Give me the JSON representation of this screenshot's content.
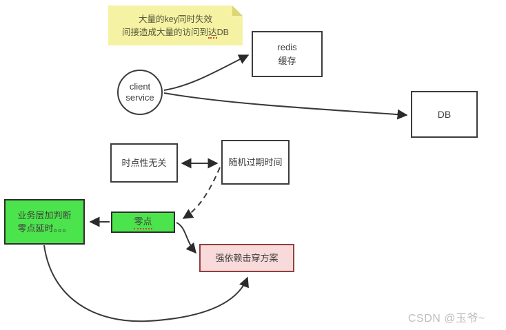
{
  "note": {
    "line1": "大量的key同时失效",
    "line2_pre": "间接造成大量的访问到",
    "line2_marked": "达",
    "line2_post": "DB"
  },
  "nodes": {
    "client": {
      "line1": "client",
      "line2": "service"
    },
    "redis": {
      "line1": "redis",
      "line2": "缓存"
    },
    "db": {
      "label": "DB"
    },
    "timepoint": {
      "label": "时点性无关"
    },
    "random_expire": {
      "label": "随机过期时间"
    },
    "business": {
      "line1": "业务层加判断",
      "line2": "零点延时。。。"
    },
    "zero": {
      "label": "零点"
    },
    "breakdown": {
      "label": "强依赖击穿方案"
    }
  },
  "watermark": "CSDN @玉爷~",
  "colors": {
    "green_fill": "#4ce44c",
    "pink_fill": "#f9dada",
    "pink_border": "#8f4040",
    "note_fill": "#f5f2a3",
    "note_fold": "#ddd674",
    "line": "#383838",
    "mark_red": "#cc4433"
  }
}
